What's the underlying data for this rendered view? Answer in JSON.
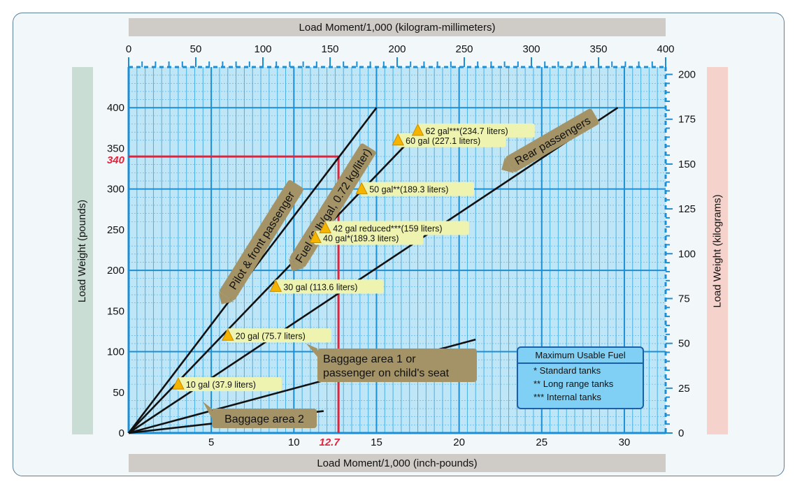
{
  "chart_data": {
    "type": "line",
    "title": "",
    "xlabel": "Load Moment/1,000 (inch-pounds)",
    "ylabel": "Load Weight (pounds)",
    "x2label": "Load Moment/1,000 (kilogram-millimeters)",
    "y2label": "Load Weight (kilograms)",
    "xlim": [
      0,
      32.5
    ],
    "ylim": [
      0,
      450
    ],
    "x_ticks": [
      5,
      10,
      15,
      20,
      25,
      30
    ],
    "y_ticks": [
      0,
      50,
      100,
      150,
      200,
      250,
      300,
      350,
      400
    ],
    "x2lim": [
      0,
      400
    ],
    "x2_ticks": [
      0,
      50,
      100,
      150,
      200,
      250,
      300,
      350,
      400
    ],
    "y2lim": [
      0,
      204.1
    ],
    "y2_ticks": [
      0,
      25,
      50,
      75,
      100,
      125,
      150,
      175,
      200
    ],
    "grid": true,
    "series": [
      {
        "name": "Pilot & front passenger",
        "x": [
          0,
          15.0
        ],
        "y": [
          0,
          400
        ]
      },
      {
        "name": "Fuel (6 lb/gal, 0.72 kg/liter)",
        "x": [
          0,
          17.6
        ],
        "y": [
          0,
          372
        ]
      },
      {
        "name": "Rear passengers",
        "x": [
          0,
          29.6
        ],
        "y": [
          0,
          400
        ]
      },
      {
        "name": "Baggage area 1 or passenger on child's seat",
        "x": [
          0,
          21.0
        ],
        "y": [
          0,
          115
        ]
      },
      {
        "name": "Baggage area 2",
        "x": [
          0,
          11.8
        ],
        "y": [
          0,
          27
        ]
      }
    ],
    "fuel_points": [
      {
        "label": "10 gal (37.9 liters)",
        "x": 3.0,
        "y": 60
      },
      {
        "label": "20 gal (75.7 liters)",
        "x": 6.0,
        "y": 120
      },
      {
        "label": "30 gal (113.6 liters)",
        "x": 8.9,
        "y": 180
      },
      {
        "label": "40 gal*(189.3 liters)",
        "x": 11.3,
        "y": 240
      },
      {
        "label": "42 gal reduced***(159 liters)",
        "x": 11.9,
        "y": 252
      },
      {
        "label": "50 gal**(189.3 liters)",
        "x": 14.1,
        "y": 300
      },
      {
        "label": "60 gal (227.1 liters)",
        "x": 16.3,
        "y": 360
      },
      {
        "label": "62 gal***(234.7 liters)",
        "x": 17.5,
        "y": 372
      }
    ],
    "highlight": {
      "x": 12.7,
      "y": 340,
      "x_label": "12.7",
      "y_label": "340",
      "color": "#e8203a"
    },
    "colors": {
      "grid_bg": "#bfe6f7",
      "major_grid": "#1c8fd4",
      "minor_grid": "#4ab0e6",
      "line": "#111111",
      "label_box": "#a39367",
      "fuel_label_bg": "#eef4b0",
      "fuel_icon": "#f4b400"
    }
  },
  "legend": {
    "title": "Maximum Usable Fuel",
    "items": [
      "* Standard tanks",
      "** Long range tanks",
      "*** Internal tanks"
    ]
  }
}
